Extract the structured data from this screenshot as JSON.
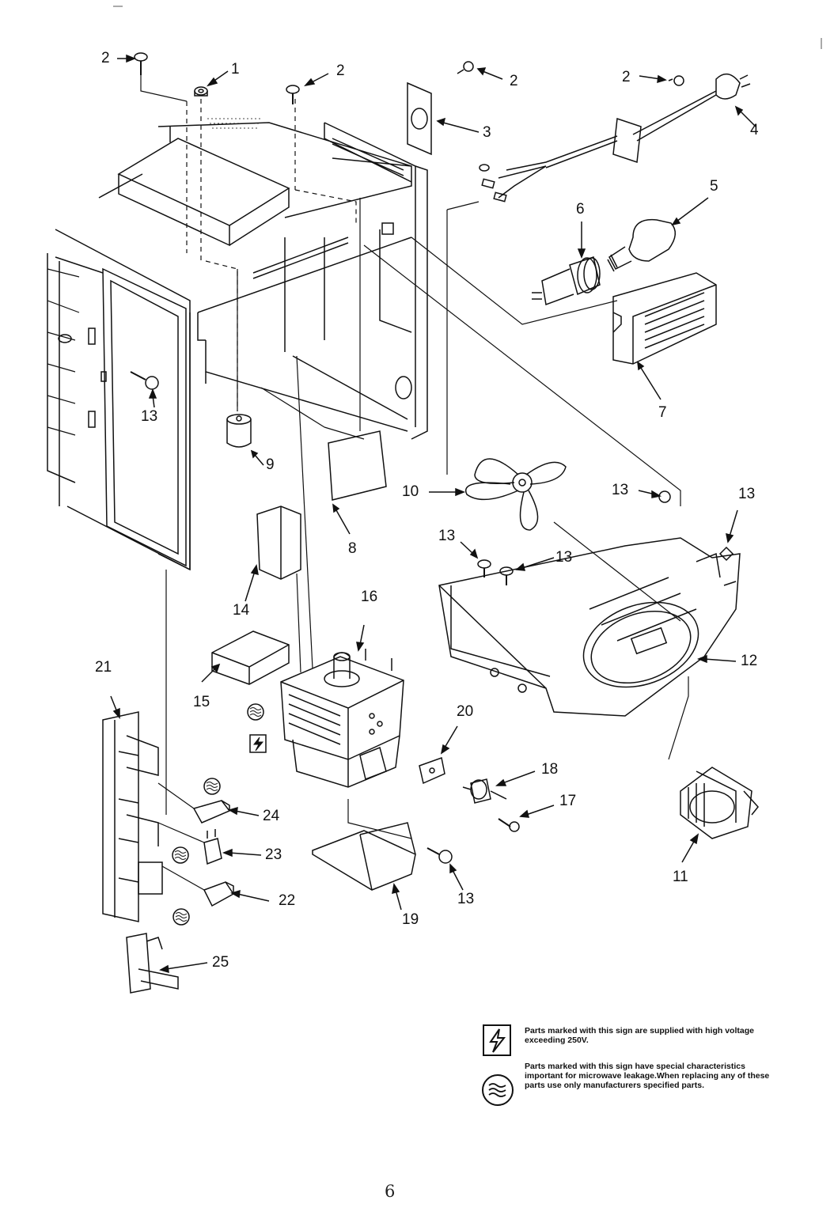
{
  "callouts": [
    {
      "id": "c1",
      "text": "1"
    },
    {
      "id": "c2a",
      "text": "2"
    },
    {
      "id": "c2b",
      "text": "2"
    },
    {
      "id": "c2c",
      "text": "2"
    },
    {
      "id": "c2d",
      "text": "2"
    },
    {
      "id": "c3",
      "text": "3"
    },
    {
      "id": "c4",
      "text": "4"
    },
    {
      "id": "c5",
      "text": "5"
    },
    {
      "id": "c6",
      "text": "6"
    },
    {
      "id": "c7",
      "text": "7"
    },
    {
      "id": "c8",
      "text": "8"
    },
    {
      "id": "c9",
      "text": "9"
    },
    {
      "id": "c10",
      "text": "10"
    },
    {
      "id": "c11",
      "text": "11"
    },
    {
      "id": "c12",
      "text": "12"
    },
    {
      "id": "c13a",
      "text": "13"
    },
    {
      "id": "c13b",
      "text": "13"
    },
    {
      "id": "c13c",
      "text": "13"
    },
    {
      "id": "c13d",
      "text": "13"
    },
    {
      "id": "c13e",
      "text": "13"
    },
    {
      "id": "c13f",
      "text": "13"
    },
    {
      "id": "c14",
      "text": "14"
    },
    {
      "id": "c15",
      "text": "15"
    },
    {
      "id": "c16",
      "text": "16"
    },
    {
      "id": "c17",
      "text": "17"
    },
    {
      "id": "c18",
      "text": "18"
    },
    {
      "id": "c19",
      "text": "19"
    },
    {
      "id": "c20",
      "text": "20"
    },
    {
      "id": "c21",
      "text": "21"
    },
    {
      "id": "c22",
      "text": "22"
    },
    {
      "id": "c23",
      "text": "23"
    },
    {
      "id": "c24",
      "text": "24"
    },
    {
      "id": "c25",
      "text": "25"
    }
  ],
  "legend": {
    "high_voltage_text": "Parts marked with this sign are supplied with high voltage exceeding 250V.",
    "leakage_text": "Parts marked with this sign have special characteristics important for microwave leakage.When replacing any of these parts use only manufacturers specified parts.",
    "high_voltage_icon": "lightning-box-icon",
    "leakage_icon": "wave-circle-icon"
  },
  "page_number": "6"
}
